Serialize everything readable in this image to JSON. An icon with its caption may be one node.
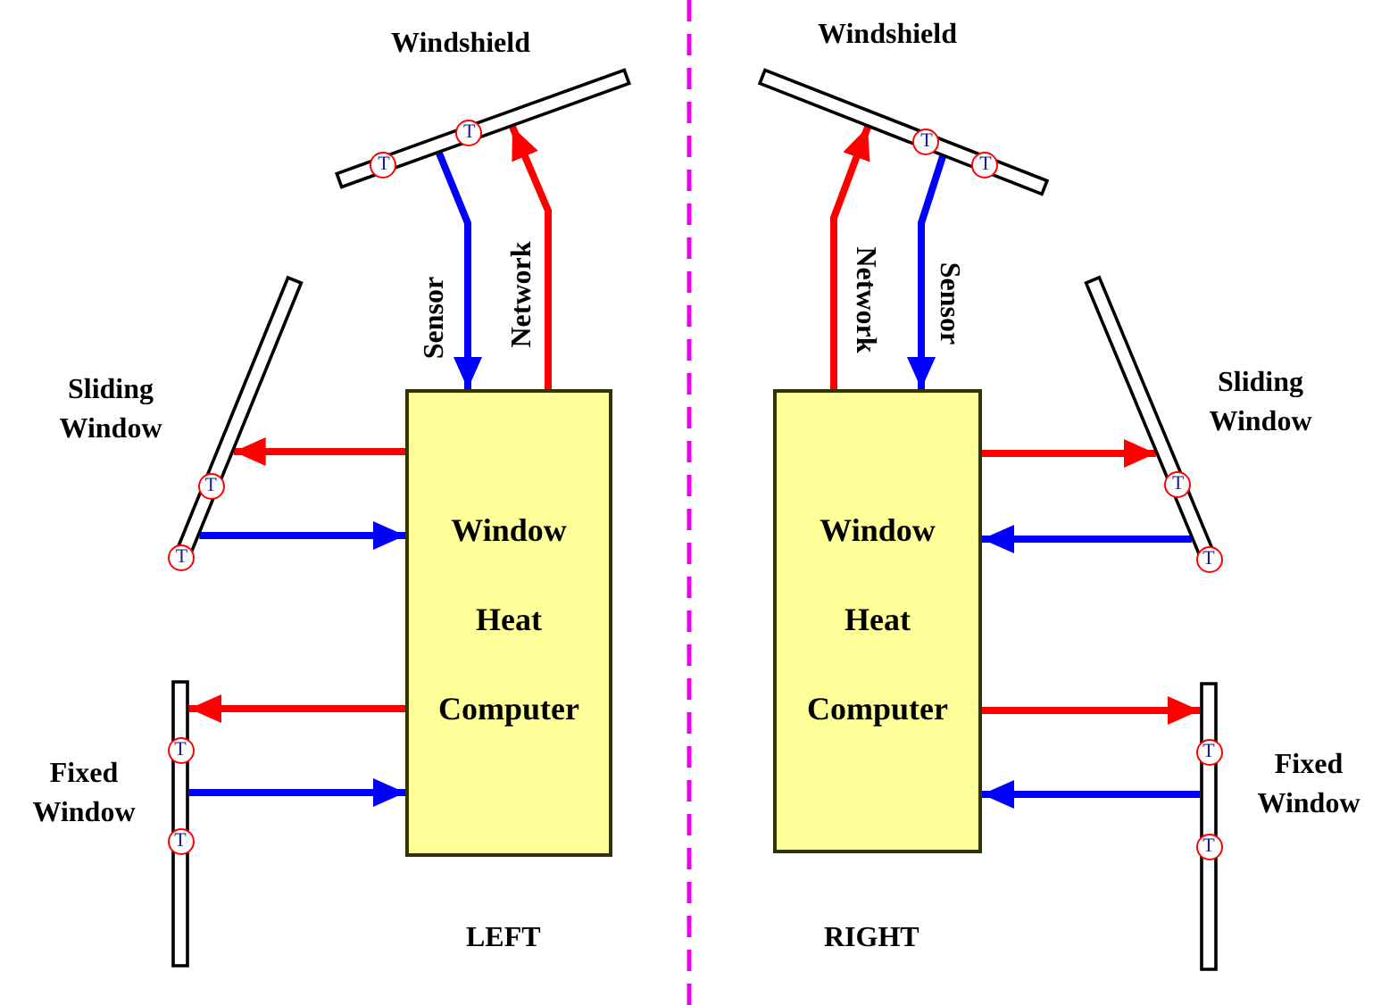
{
  "diagram": {
    "nodes": [
      {
        "text": [
          "Windshield"
        ]
      },
      {
        "text": [
          "T"
        ],
        "in": 0
      },
      {
        "text": [
          "T"
        ],
        "in": 0
      },
      {
        "text": [
          "Windshield"
        ]
      },
      {
        "text": [
          "T"
        ],
        "in": 3
      },
      {
        "text": [
          "T"
        ],
        "in": 3
      },
      {
        "text": [
          "Sliding Window"
        ]
      },
      {
        "text": [
          "T"
        ],
        "in": 6
      },
      {
        "text": [
          "T"
        ],
        "in": 6
      },
      {
        "text": [
          "Window Heat Computer"
        ]
      },
      {
        "text": [
          "Window Heat Computer"
        ]
      },
      {
        "text": [
          "Sliding Window"
        ]
      },
      {
        "text": [
          "T"
        ],
        "in": 11
      },
      {
        "text": [
          "T"
        ],
        "in": 11
      },
      {
        "text": [
          "Fixed Window"
        ]
      },
      {
        "text": [
          "T"
        ],
        "in": 14
      },
      {
        "text": [
          "T"
        ],
        "in": 14
      },
      {
        "text": [
          "Fixed Window"
        ]
      },
      {
        "text": [
          "T"
        ],
        "in": 17
      },
      {
        "text": [
          "T"
        ],
        "in": 17
      }
    ],
    "edges": [
      {
        "from": 0,
        "to": 9,
        "arrow": "to",
        "label": "Sensor",
        "color": "#0000ff"
      },
      {
        "from": 9,
        "to": 0,
        "arrow": "to",
        "label": "Network",
        "color": "#ff0000"
      },
      {
        "from": 10,
        "to": 3,
        "arrow": "to",
        "label": "Network",
        "color": "#ff0000"
      },
      {
        "from": 3,
        "to": 10,
        "arrow": "to",
        "label": "Sensor",
        "color": "#0000ff"
      },
      {
        "from": 9,
        "to": 6,
        "arrow": "to",
        "color": "#ff0000"
      },
      {
        "from": 6,
        "to": 9,
        "arrow": "to",
        "color": "#0000ff"
      },
      {
        "from": 9,
        "to": 14,
        "arrow": "to",
        "color": "#ff0000"
      },
      {
        "from": 14,
        "to": 9,
        "arrow": "to",
        "color": "#0000ff"
      },
      {
        "from": 10,
        "to": 11,
        "arrow": "to",
        "color": "#ff0000"
      },
      {
        "from": 11,
        "to": 10,
        "arrow": "to",
        "color": "#0000ff"
      },
      {
        "from": 10,
        "to": 17,
        "arrow": "to",
        "color": "#ff0000"
      },
      {
        "from": 17,
        "to": 10,
        "arrow": "to",
        "color": "#0000ff"
      }
    ],
    "labels": [
      "LEFT",
      "RIGHT"
    ]
  }
}
